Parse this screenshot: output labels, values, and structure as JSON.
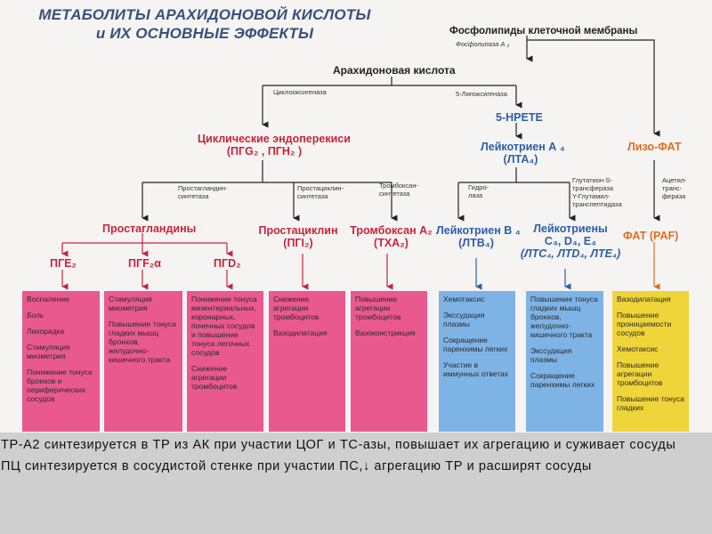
{
  "title": {
    "line1": "МЕТАБОЛИТЫ АРАХИДОНОВОЙ КИСЛОТЫ",
    "line2": "и ИХ ОСНОВНЫЕ ЭФФЕКТЫ"
  },
  "nodes": {
    "phospholipids": "Фосфолипиды клеточной мембраны",
    "arachidonic": "Арахидоновая кислота",
    "endoperoxides_l1": "Циклические эндоперекиси",
    "endoperoxides_l2": "(ПГG₂ , ПГН₂ )",
    "hpete": "5-НРЕТЕ",
    "lta_l1": "Лейкотриен А ₄",
    "lta_l2": "(ЛТА₄)",
    "lyso_paf": "Лизо-ФАТ",
    "prostaglandins": "Простагландины",
    "prostacyclin_l1": "Простациклин",
    "prostacyclin_l2": "(ПГI₂)",
    "thromboxane_l1": "Тромбоксан А₂",
    "thromboxane_l2": "(ТХА₂)",
    "ltb_l1": "Лейкотриен В ₄",
    "ltb_l2": "(ЛТВ₄)",
    "ltc_l1": "Лейкотриены",
    "ltc_l2": "C₄, D₄, E₄",
    "ltc_l3": "(ЛТС₄, ЛТD₄, ЛТЕ₄)",
    "paf": "ФАТ (PAF)",
    "pge": "ПГЕ₂",
    "pgf": "ПГF₂α",
    "pgd": "ПГD₂"
  },
  "enzymes": {
    "phospholipase": "Фосфолипаза А ₂",
    "cyclooxygenase": "Циклооксигеназа",
    "lipoxygenase": "5-Липоксигеназа",
    "pg_synthetase_l1": "Простагландин-",
    "pg_synthetase_l2": "синтетаза",
    "pc_synthetase_l1": "Простациклин-",
    "pc_synthetase_l2": "синтетаза",
    "tx_synthetase_l1": "Тромбоксан-",
    "tx_synthetase_l2": "синтетаза",
    "hydrolase_l1": "Гидро-",
    "hydrolase_l2": "лаза",
    "gst_l1": "Глутатион-S-",
    "gst_l2": "трансфераза",
    "ggt_l1": "Y-Глутамил-",
    "ggt_l2": "транспептидаза",
    "acetyl_l1": "Ацетил-",
    "acetyl_l2": "транс-",
    "acetyl_l3": "фераза"
  },
  "effects": {
    "pge": [
      "Воспаление",
      "Боль",
      "Лихорадка",
      "Стимуляция миометрия",
      "Понижение тонуса бронхов и периферических сосудов"
    ],
    "pgf": [
      "Стимуляция миометрия",
      "Повышение тонуса гладких мышц бронхов, желудочно-кишечного тракта"
    ],
    "pgd": [
      "Понижение тонуса мезентериальных, коронарных, почечных сосудов и повышение тонуса легочных сосудов",
      "Снижение агрегации тромбоцитов"
    ],
    "pgi": [
      "Снижение агрегации тромбоцитов",
      "Вазодилатация"
    ],
    "txa": [
      "Повышение агрегации тромбоцитов",
      "Вазоконстрикция"
    ],
    "ltb": [
      "Хемотаксис",
      "Экссудация плазмы",
      "Сокращение паренхимы легких",
      "Участие в иммунных ответах"
    ],
    "ltc": [
      "Повышение тонуса гладких мышц бронхов, желудочно-кишечного тракта",
      "Экссудация плазмы",
      "Сокращение паренхимы легких"
    ],
    "paf": [
      "Вазодилатация",
      "Повышение проницаемости сосудов",
      "Хемотаксис",
      "Повышение агрегации тромбоцитов",
      "Повышение тонуса гладких"
    ]
  },
  "caption": {
    "p1": "ТР-А2 синтезируется в ТР из АК при участии ЦОГ и ТС-азы, повышает их агрегацию и суживает сосуды",
    "p2": " ПЦ синтезируется в сосудистой стенке при участии ПС,↓ агрегацию ТР и расширят сосуды"
  },
  "colors": {
    "red": "#c8243a",
    "blue": "#2b5ea8",
    "orange": "#de6e1e",
    "pink_box": "#e9598e",
    "blue_box": "#7eb3e6",
    "yellow_box": "#efd43a"
  }
}
